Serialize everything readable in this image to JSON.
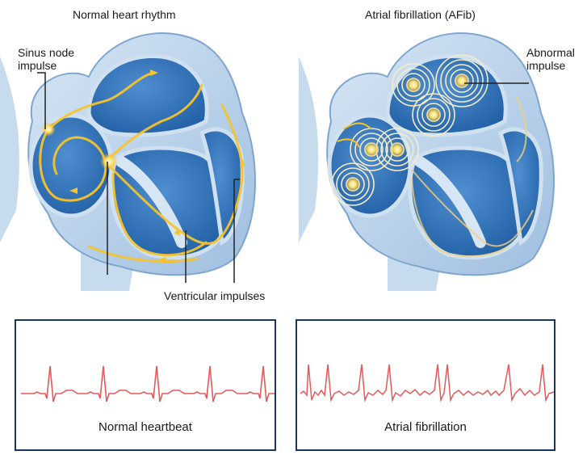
{
  "left_panel": {
    "title": "Normal heart rhythm",
    "labels": {
      "sinus": [
        "Sinus node",
        "impulse"
      ],
      "ventricular": "Ventricular impulses"
    }
  },
  "right_panel": {
    "title": "Atrial fibrillation (AFib)",
    "labels": {
      "abnormal": [
        "Abnormal",
        "impulse"
      ]
    }
  },
  "ecg_left": {
    "caption": "Normal heartbeat"
  },
  "ecg_right": {
    "caption": "Atrial fibrillation"
  },
  "colors": {
    "heart_outer": "#a9c6e3",
    "heart_inner": "#2f6fb3",
    "impulse": "#f6b21b",
    "ecg_line": "#e25a5a",
    "box_border": "#1b3560"
  }
}
